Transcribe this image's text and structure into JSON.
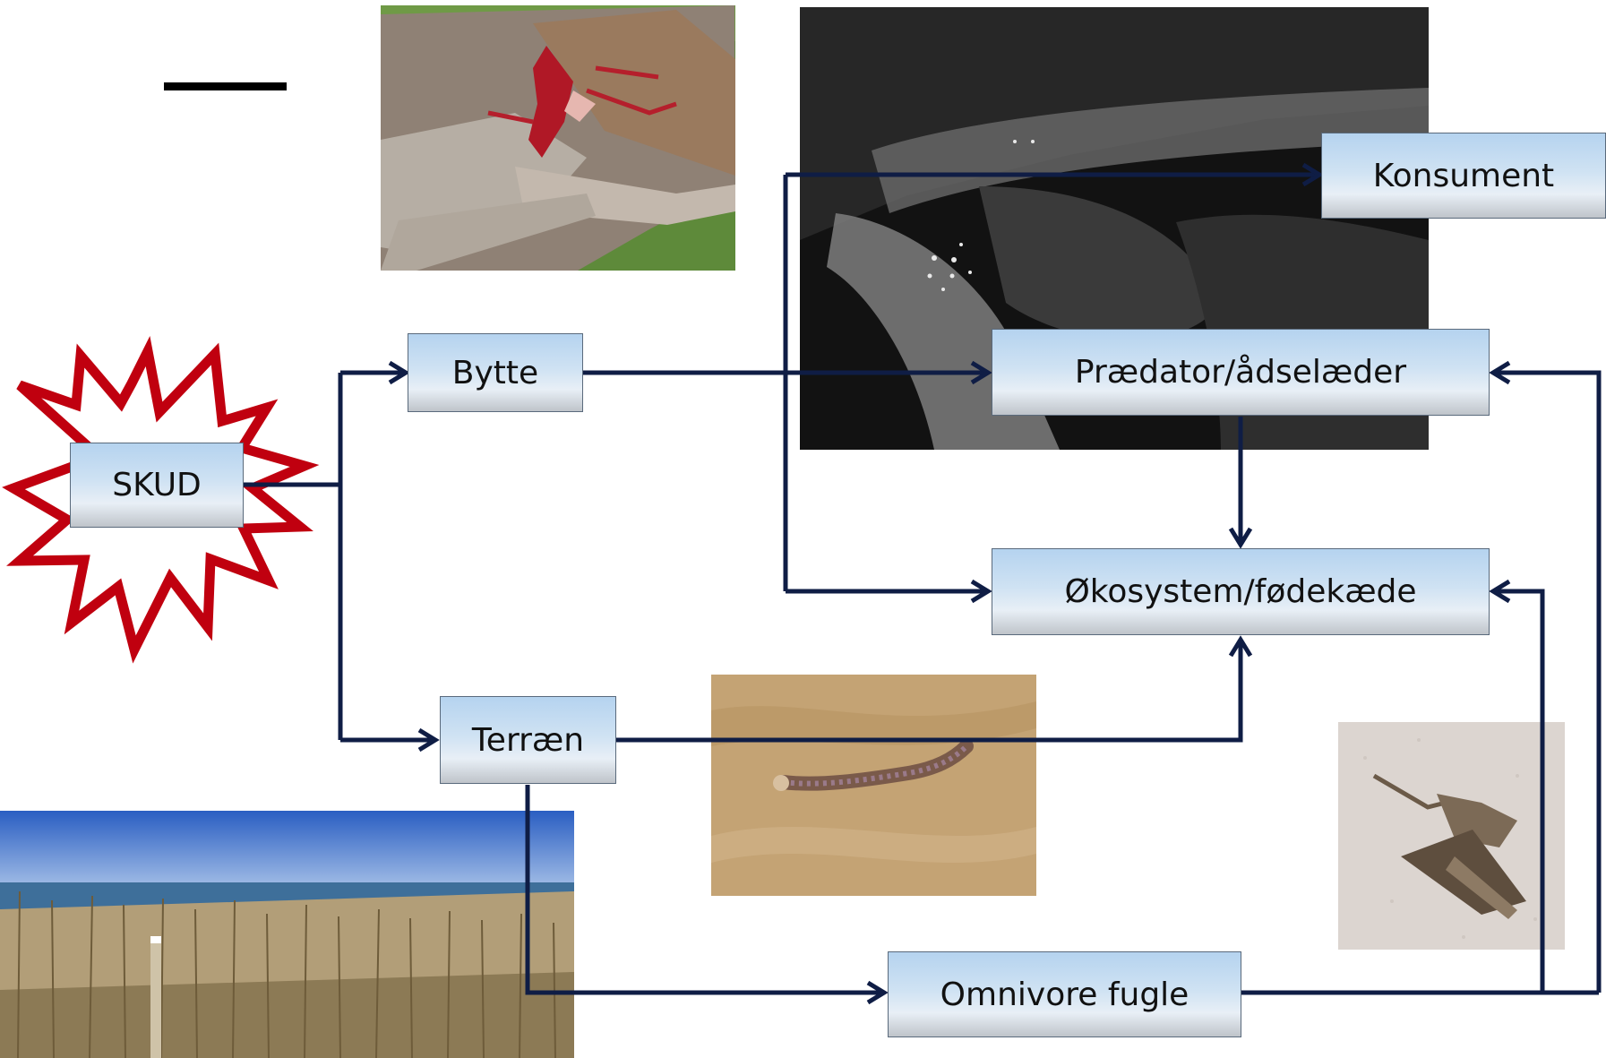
{
  "nodes": {
    "skud": "SKUD",
    "bytte": "Bytte",
    "terraen": "Terræn",
    "konsument": "Konsument",
    "praedator": "Prædator/ådselæder",
    "oekosystem": "Økosystem/fødekæde",
    "omnivore": "Omnivore fugle"
  },
  "photos": [
    "deer-wound-photo",
    "xray-photo",
    "marsh-reeds-photo",
    "worm-on-sand-photo",
    "bird-carcass-photo"
  ],
  "colors": {
    "arrow": "#0f1d45",
    "burst_stroke": "#c0000f",
    "box_top": "#b5d3ef",
    "box_bottom": "#bfc4ca"
  }
}
